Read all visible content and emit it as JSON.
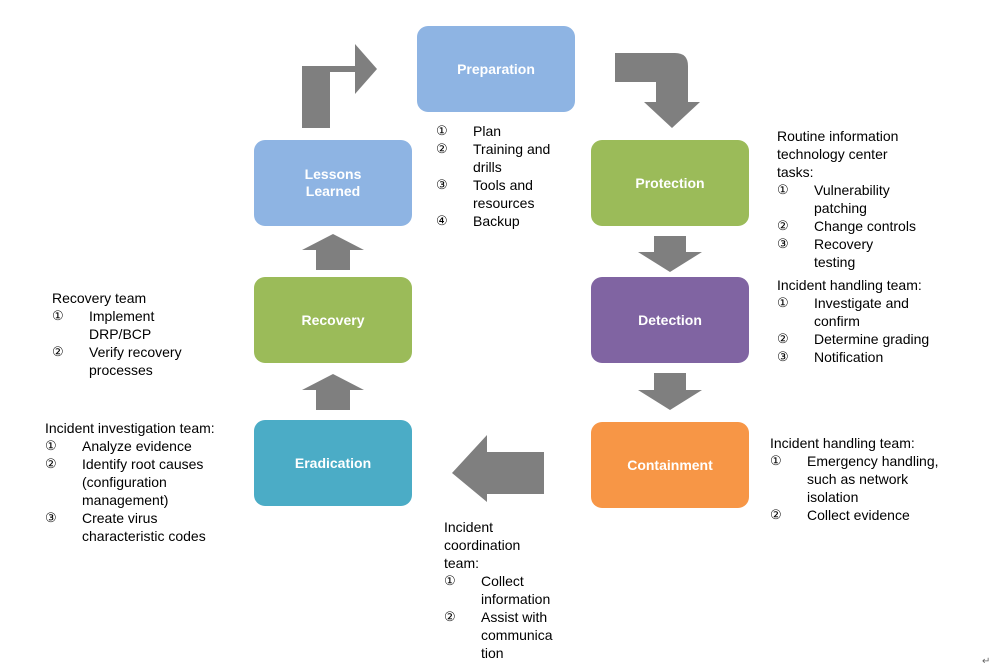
{
  "stages": {
    "preparation": {
      "label": "Preparation",
      "color": "#8eb4e3"
    },
    "protection": {
      "label": "Protection",
      "color": "#9bbb59"
    },
    "detection": {
      "label": "Detection",
      "color": "#8064a2"
    },
    "containment": {
      "label": "Containment",
      "color": "#f79646"
    },
    "eradication": {
      "label": "Eradication",
      "color": "#4bacc6"
    },
    "recovery": {
      "label": "Recovery",
      "color": "#9bbb59"
    },
    "lessons": {
      "label": "Lessons\nLearned",
      "color": "#8eb4e3"
    }
  },
  "arrow_color": "#7f7f7f",
  "notes": {
    "preparation": {
      "intro": "",
      "items": [
        {
          "num": "①",
          "text": "Plan"
        },
        {
          "num": "②",
          "text": "Training and\ndrills"
        },
        {
          "num": "③",
          "text": "Tools and\nresources"
        },
        {
          "num": "④",
          "text": "Backup"
        }
      ]
    },
    "protection": {
      "intro": "Routine information\ntechnology center\ntasks:",
      "items": [
        {
          "num": "①",
          "text": "Vulnerability\npatching"
        },
        {
          "num": "②",
          "text": "Change controls"
        },
        {
          "num": "③",
          "text": "Recovery\ntesting"
        }
      ]
    },
    "detection": {
      "intro": "Incident handling team:",
      "items": [
        {
          "num": "①",
          "text": "Investigate and\nconfirm"
        },
        {
          "num": "②",
          "text": "Determine grading"
        },
        {
          "num": "③",
          "text": "Notification"
        }
      ]
    },
    "containment": {
      "intro": "Incident handling team:",
      "items": [
        {
          "num": "①",
          "text": "Emergency handling,\nsuch as network\nisolation"
        },
        {
          "num": "②",
          "text": "Collect evidence"
        }
      ]
    },
    "coordination": {
      "intro": "Incident\ncoordination\nteam:",
      "items": [
        {
          "num": "①",
          "text": "Collect\ninformation"
        },
        {
          "num": "②",
          "text": "Assist with\ncommunica\ntion"
        }
      ]
    },
    "eradication": {
      "intro": "Incident investigation team:",
      "items": [
        {
          "num": "①",
          "text": "Analyze evidence"
        },
        {
          "num": "②",
          "text": "Identify root causes\n(configuration\nmanagement)"
        },
        {
          "num": "③",
          "text": "Create virus\ncharacteristic codes"
        }
      ]
    },
    "recovery": {
      "intro": "Recovery team",
      "items": [
        {
          "num": "①",
          "text": "Implement\nDRP/BCP"
        },
        {
          "num": "②",
          "text": "Verify recovery\nprocesses"
        }
      ]
    }
  },
  "corner_mark": "↵"
}
